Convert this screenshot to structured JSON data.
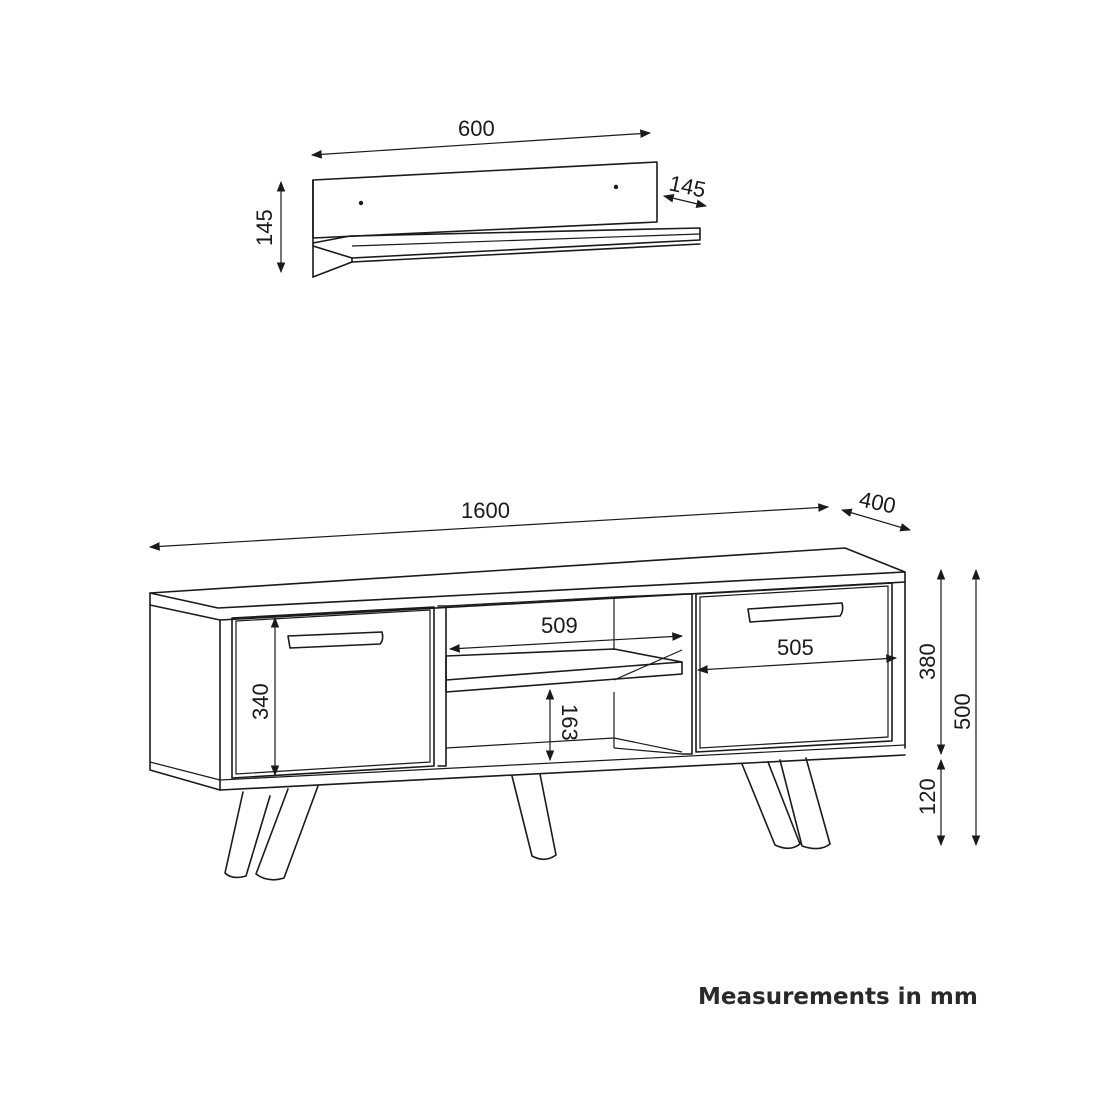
{
  "shelf": {
    "width": "600",
    "height": "145",
    "depth": "145"
  },
  "tv_unit": {
    "width": "1600",
    "depth": "400",
    "middle_shelf_width": "509",
    "right_cabinet_width": "505",
    "door_height": "340",
    "lower_opening_height": "163",
    "body_height": "380",
    "total_height": "500",
    "leg_height": "120"
  },
  "caption": "Measurements in mm"
}
